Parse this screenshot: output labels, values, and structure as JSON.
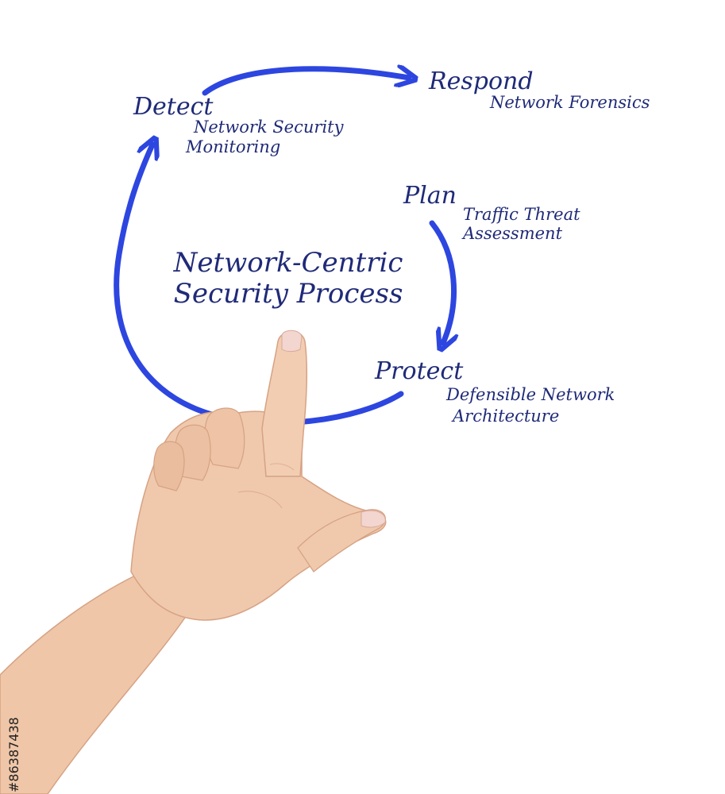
{
  "diagram": {
    "center_title_line1": "Network-Centric",
    "center_title_line2": "Security Process",
    "stages": {
      "detect": {
        "title": "Detect",
        "sub_line1": "Network Security",
        "sub_line2": "Monitoring"
      },
      "respond": {
        "title": "Respond",
        "sub_line1": "Network Forensics"
      },
      "plan": {
        "title": "Plan",
        "sub_line1": "Traffic Threat",
        "sub_line2": "Assessment"
      },
      "protect": {
        "title": "Protect",
        "sub_line1": "Defensible Network",
        "sub_line2": "Architecture"
      }
    },
    "colors": {
      "arrow": "#2d46e0",
      "text": "#1f2a78",
      "skin": "#f0c9ad",
      "skin_shadow": "#d9a584",
      "nail": "#f2d6cf"
    },
    "icons": {
      "pointing_hand": "pointing-hand-icon"
    }
  },
  "watermark": {
    "stock_id": "#86387438"
  }
}
